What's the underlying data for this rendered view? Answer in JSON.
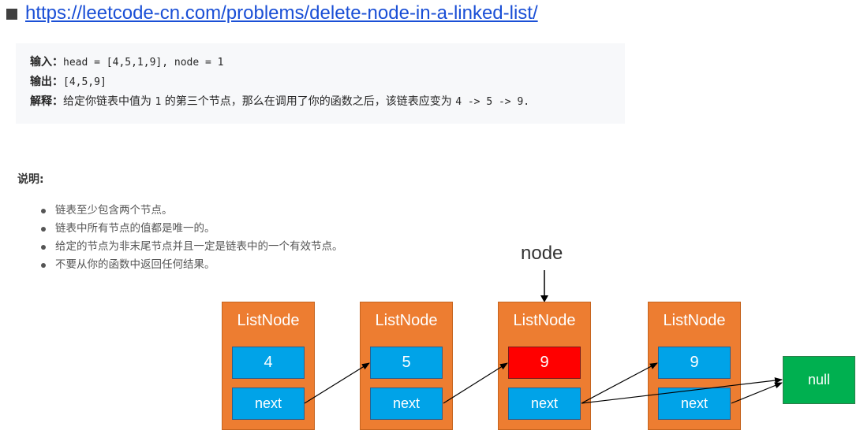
{
  "link": {
    "url": "https://leetcode-cn.com/problems/delete-node-in-a-linked-list/"
  },
  "example": {
    "input_label": "输入：",
    "input_value": "head = [4,5,1,9], node = 1",
    "output_label": "输出：",
    "output_value": "[4,5,9]",
    "explain_label": "解释：",
    "explain_part1": "给定你链表中值为 ",
    "explain_value": "1",
    "explain_part2": " 的第三个节点，那么在调用了你的函数之后，该链表应变为 ",
    "explain_result": "4 -> 5 -> 9."
  },
  "notes": {
    "title": "说明:",
    "items": [
      "链表至少包含两个节点。",
      "链表中所有节点的值都是唯一的。",
      "给定的节点为非末尾节点并且一定是链表中的一个有效节点。",
      "不要从你的函数中返回任何结果。"
    ]
  },
  "diagram": {
    "pointer_label": "node",
    "nodes": [
      {
        "title": "ListNode",
        "value": "4",
        "next": "next"
      },
      {
        "title": "ListNode",
        "value": "5",
        "next": "next"
      },
      {
        "title": "ListNode",
        "value": "9",
        "next": "next",
        "highlight": true
      },
      {
        "title": "ListNode",
        "value": "9",
        "next": "next"
      }
    ],
    "null_label": "null"
  },
  "colors": {
    "node_bg": "#ed7d31",
    "field_bg": "#00a3e8",
    "highlight": "#ff0000",
    "null_bg": "#00b050",
    "link": "#1a4fd6"
  }
}
